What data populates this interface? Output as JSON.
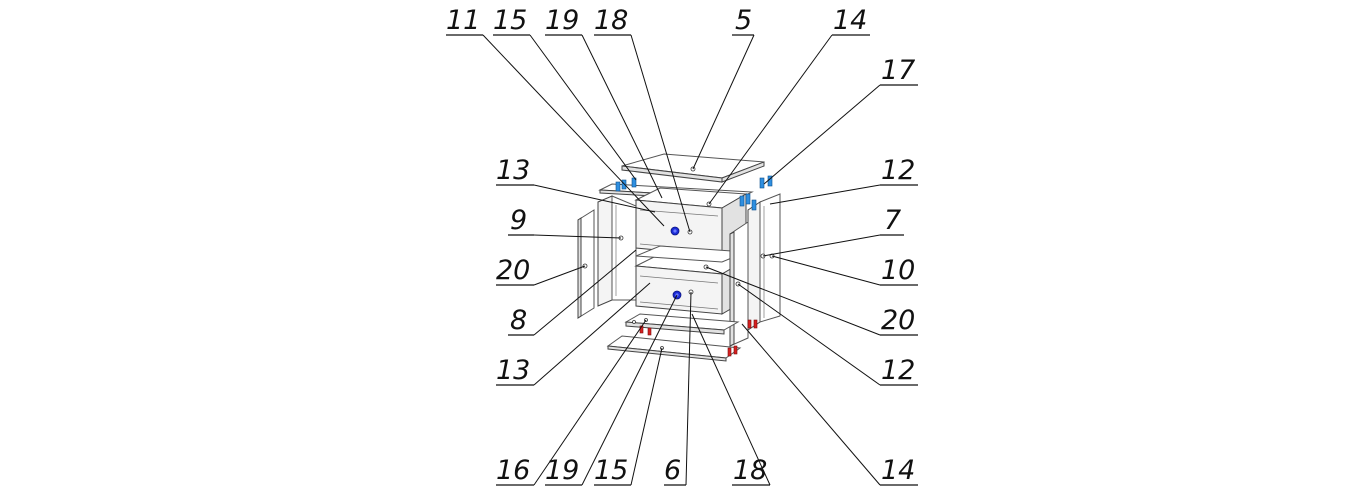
{
  "diagram": {
    "labels": {
      "top_11": "11",
      "top_15": "15",
      "top_19": "19",
      "top_18": "18",
      "top_5": "5",
      "top_14": "14",
      "right_17": "17",
      "right_12a": "12",
      "right_7": "7",
      "right_10": "10",
      "right_20": "20",
      "right_12b": "12",
      "left_13a": "13",
      "left_9": "9",
      "left_20": "20",
      "left_8": "8",
      "left_13b": "13",
      "bottom_16": "16",
      "bottom_19": "19",
      "bottom_15": "15",
      "bottom_6": "6",
      "bottom_18": "18",
      "bottom_14": "14"
    },
    "colors": {
      "line": "#111111",
      "handle": "#1a2bd6",
      "hinge": "#2f8fe0",
      "foot": "#d62020"
    }
  }
}
